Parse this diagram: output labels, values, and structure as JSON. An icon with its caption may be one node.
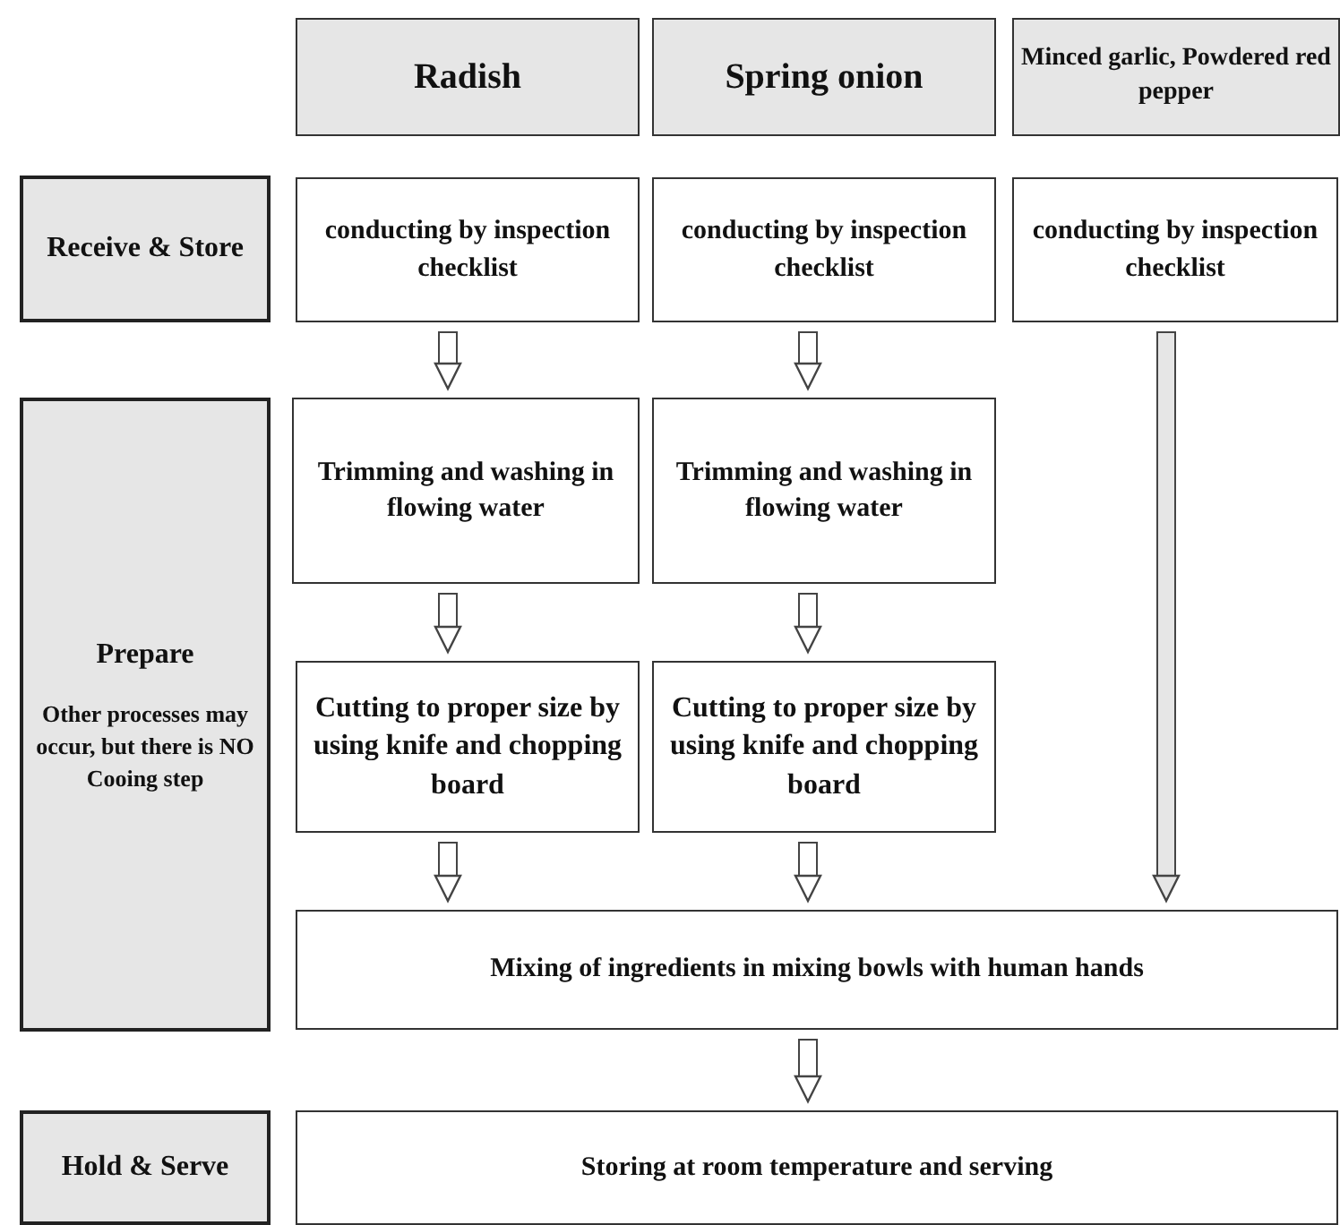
{
  "diagram": {
    "nodes": [
      {
        "text": [
          "Radish"
        ]
      },
      {
        "text": [
          "Spring onion"
        ]
      },
      {
        "text": [
          "Minced garlic, Powdered red pepper"
        ]
      },
      {
        "text": [
          "Receive & Store"
        ]
      },
      {
        "text": [
          "conducting by inspection checklist"
        ]
      },
      {
        "text": [
          "conducting by inspection checklist"
        ]
      },
      {
        "text": [
          "conducting by inspection checklist"
        ]
      },
      {
        "text": [
          "Prepare",
          "Other processes may occur, but there is NO Cooing step"
        ]
      },
      {
        "text": [
          "Trimming and washing in flowing water"
        ]
      },
      {
        "text": [
          "Trimming and washing in flowing water"
        ]
      },
      {
        "text": [
          "Cutting to proper size by using knife and chopping board"
        ]
      },
      {
        "text": [
          "Cutting to proper size by using knife and chopping board"
        ]
      },
      {
        "text": [
          "Mixing of ingredients in mixing bowls with human hands"
        ]
      },
      {
        "text": [
          "Hold & Serve"
        ]
      },
      {
        "text": [
          "Storing at room temperature and serving"
        ]
      }
    ],
    "edges": [
      {
        "from": 4,
        "to": 8,
        "arrow": "to"
      },
      {
        "from": 5,
        "to": 9,
        "arrow": "to"
      },
      {
        "from": 8,
        "to": 10,
        "arrow": "to"
      },
      {
        "from": 9,
        "to": 11,
        "arrow": "to"
      },
      {
        "from": 10,
        "to": 12,
        "arrow": "to"
      },
      {
        "from": 11,
        "to": 12,
        "arrow": "to"
      },
      {
        "from": 6,
        "to": 12,
        "arrow": "to",
        "color": "#e6e6e6"
      },
      {
        "from": 12,
        "to": 14,
        "arrow": "to"
      }
    ]
  }
}
